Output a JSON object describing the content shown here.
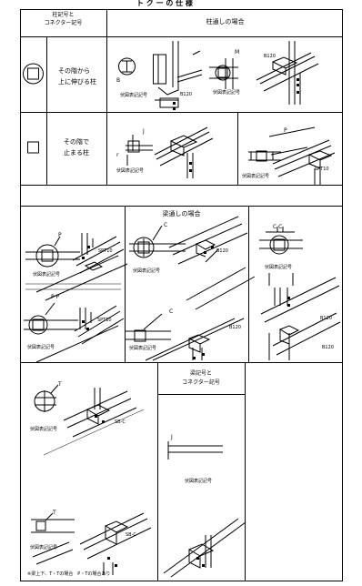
{
  "header": {
    "title_fragment": "ト ク ー  の 仕 様"
  },
  "top_table": {
    "col_header": "柱記号と\nコネクター記号",
    "col_header_l1": "柱記号と",
    "col_header_l2": "コネクター記号",
    "section_title": "柱通しの場合",
    "row1": {
      "label_l1": "その階から",
      "label_l2": "上に伸びる柱"
    },
    "row2": {
      "label_l1": "その階で",
      "label_l2": "止まる柱"
    }
  },
  "beam_section": {
    "title": "梁通しの場合"
  },
  "bottom_table": {
    "col_header_l1": "梁記号と",
    "col_header_l2": "コネクター記号"
  },
  "labels": {
    "plan_symbol": "伏図表記記号",
    "b": "B",
    "m": "M",
    "j": "J",
    "p": "P",
    "c": "C",
    "cc": "C C",
    "pp": "P P",
    "t": "T",
    "b120": "B120",
    "spt10": "SPT10",
    "sbc": "SB-C",
    "r": "r",
    "note": "※梁上下、T・Tの場合　P・Tの場合あり"
  }
}
